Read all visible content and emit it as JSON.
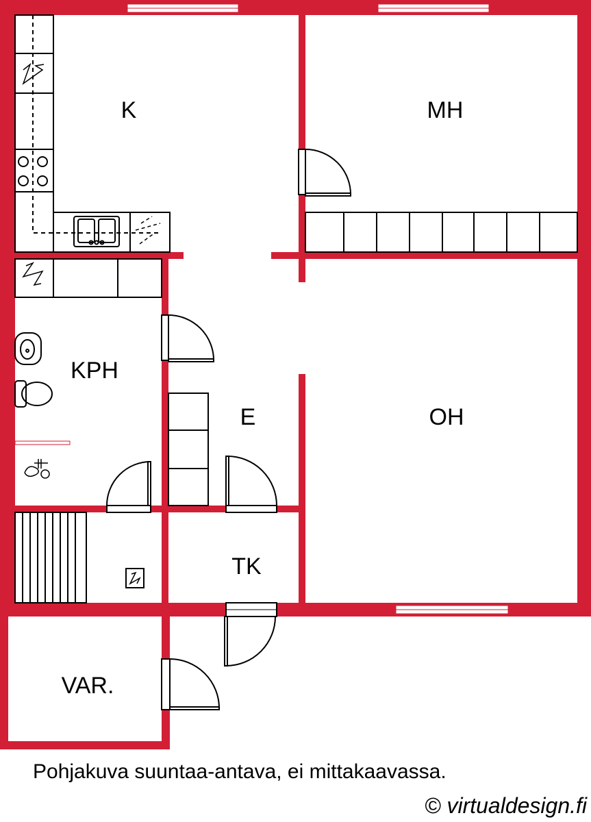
{
  "colors": {
    "wall": "#d21f36",
    "line": "#000000",
    "background": "#ffffff"
  },
  "rooms": {
    "kitchen": "K",
    "bedroom": "MH",
    "bathroom": "KPH",
    "hall": "E",
    "living_room": "OH",
    "walk_in_closet": "TK",
    "storage": "VAR."
  },
  "note": "Pohjakuva suuntaa-antava, ei mittakaavassa.",
  "credit": "© virtualdesign.fi"
}
